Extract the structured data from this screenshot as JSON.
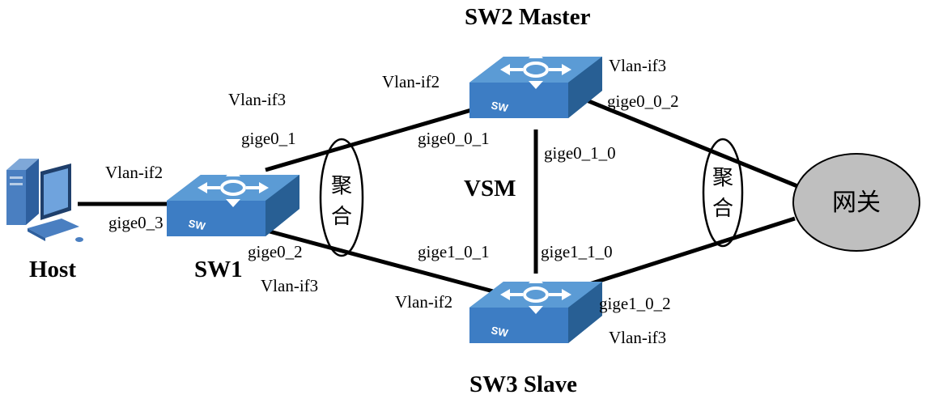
{
  "nodes": {
    "host": {
      "label": "Host"
    },
    "sw1": {
      "label": "SW1"
    },
    "sw2": {
      "label": "SW2 Master"
    },
    "sw3": {
      "label": "SW3 Slave"
    },
    "gateway": {
      "label": "网关"
    },
    "vsm": {
      "label": "VSM"
    }
  },
  "switch_icon_text": "SW",
  "aggregation_label_chars": [
    "聚",
    "合"
  ],
  "ports": {
    "host_sw1_vlan": "Vlan-if2",
    "host_sw1_port": "gige0_3",
    "sw1_top_vlan": "Vlan-if3",
    "sw1_top_port": "gige0_1",
    "sw1_bottom_port": "gige0_2",
    "sw1_bottom_vlan": "Vlan-if3",
    "sw2_left_vlan": "Vlan-if2",
    "sw2_left_port": "gige0_0_1",
    "sw2_right_vlan": "Vlan-if3",
    "sw2_right_port": "gige0_0_2",
    "sw2_down_port": "gige0_1_0",
    "sw3_left_port": "gige1_0_1",
    "sw3_left_vlan": "Vlan-if2",
    "sw3_up_port": "gige1_1_0",
    "sw3_right_port": "gige1_0_2",
    "sw3_right_vlan": "Vlan-if3"
  },
  "colors": {
    "switch_top": "#5b9bd5",
    "switch_side": "#2e6da4",
    "link": "#000000",
    "gateway_fill": "#bfbfbf",
    "host_body": "#4a7fc1"
  }
}
